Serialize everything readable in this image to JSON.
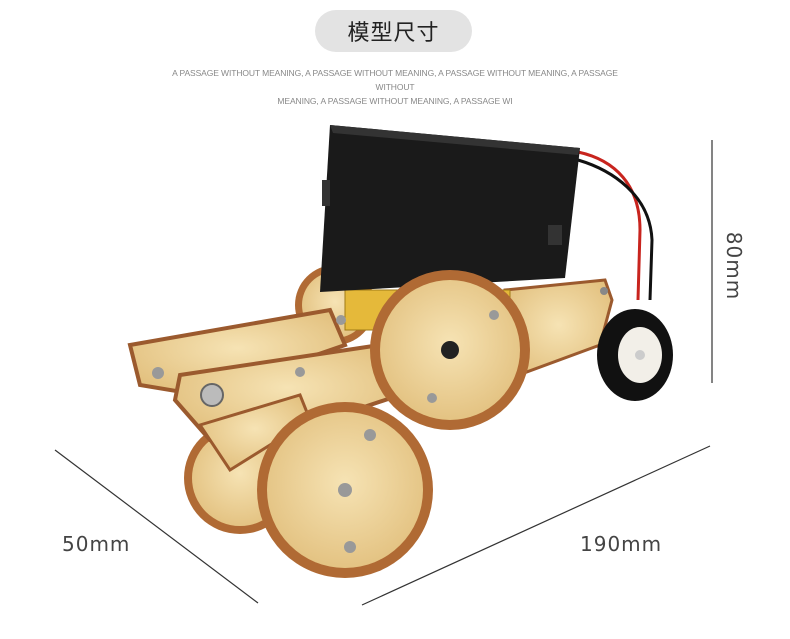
{
  "header": {
    "title": "模型尺寸",
    "filler_line1": "A PASSAGE WITHOUT MEANING, A PASSAGE WITHOUT MEANING, A PASSAGE WITHOUT MEANING, A PASSAGE WITHOUT",
    "filler_line2": "MEANING, A PASSAGE WITHOUT MEANING, A PASSAGE WI"
  },
  "dimensions": {
    "width": "50mm",
    "length": "190mm",
    "height": "80mm"
  },
  "colors": {
    "wood": "#e9cf95",
    "wood_edge": "#9b5a2e",
    "battery": "#1a1a1a",
    "line": "#333333"
  }
}
